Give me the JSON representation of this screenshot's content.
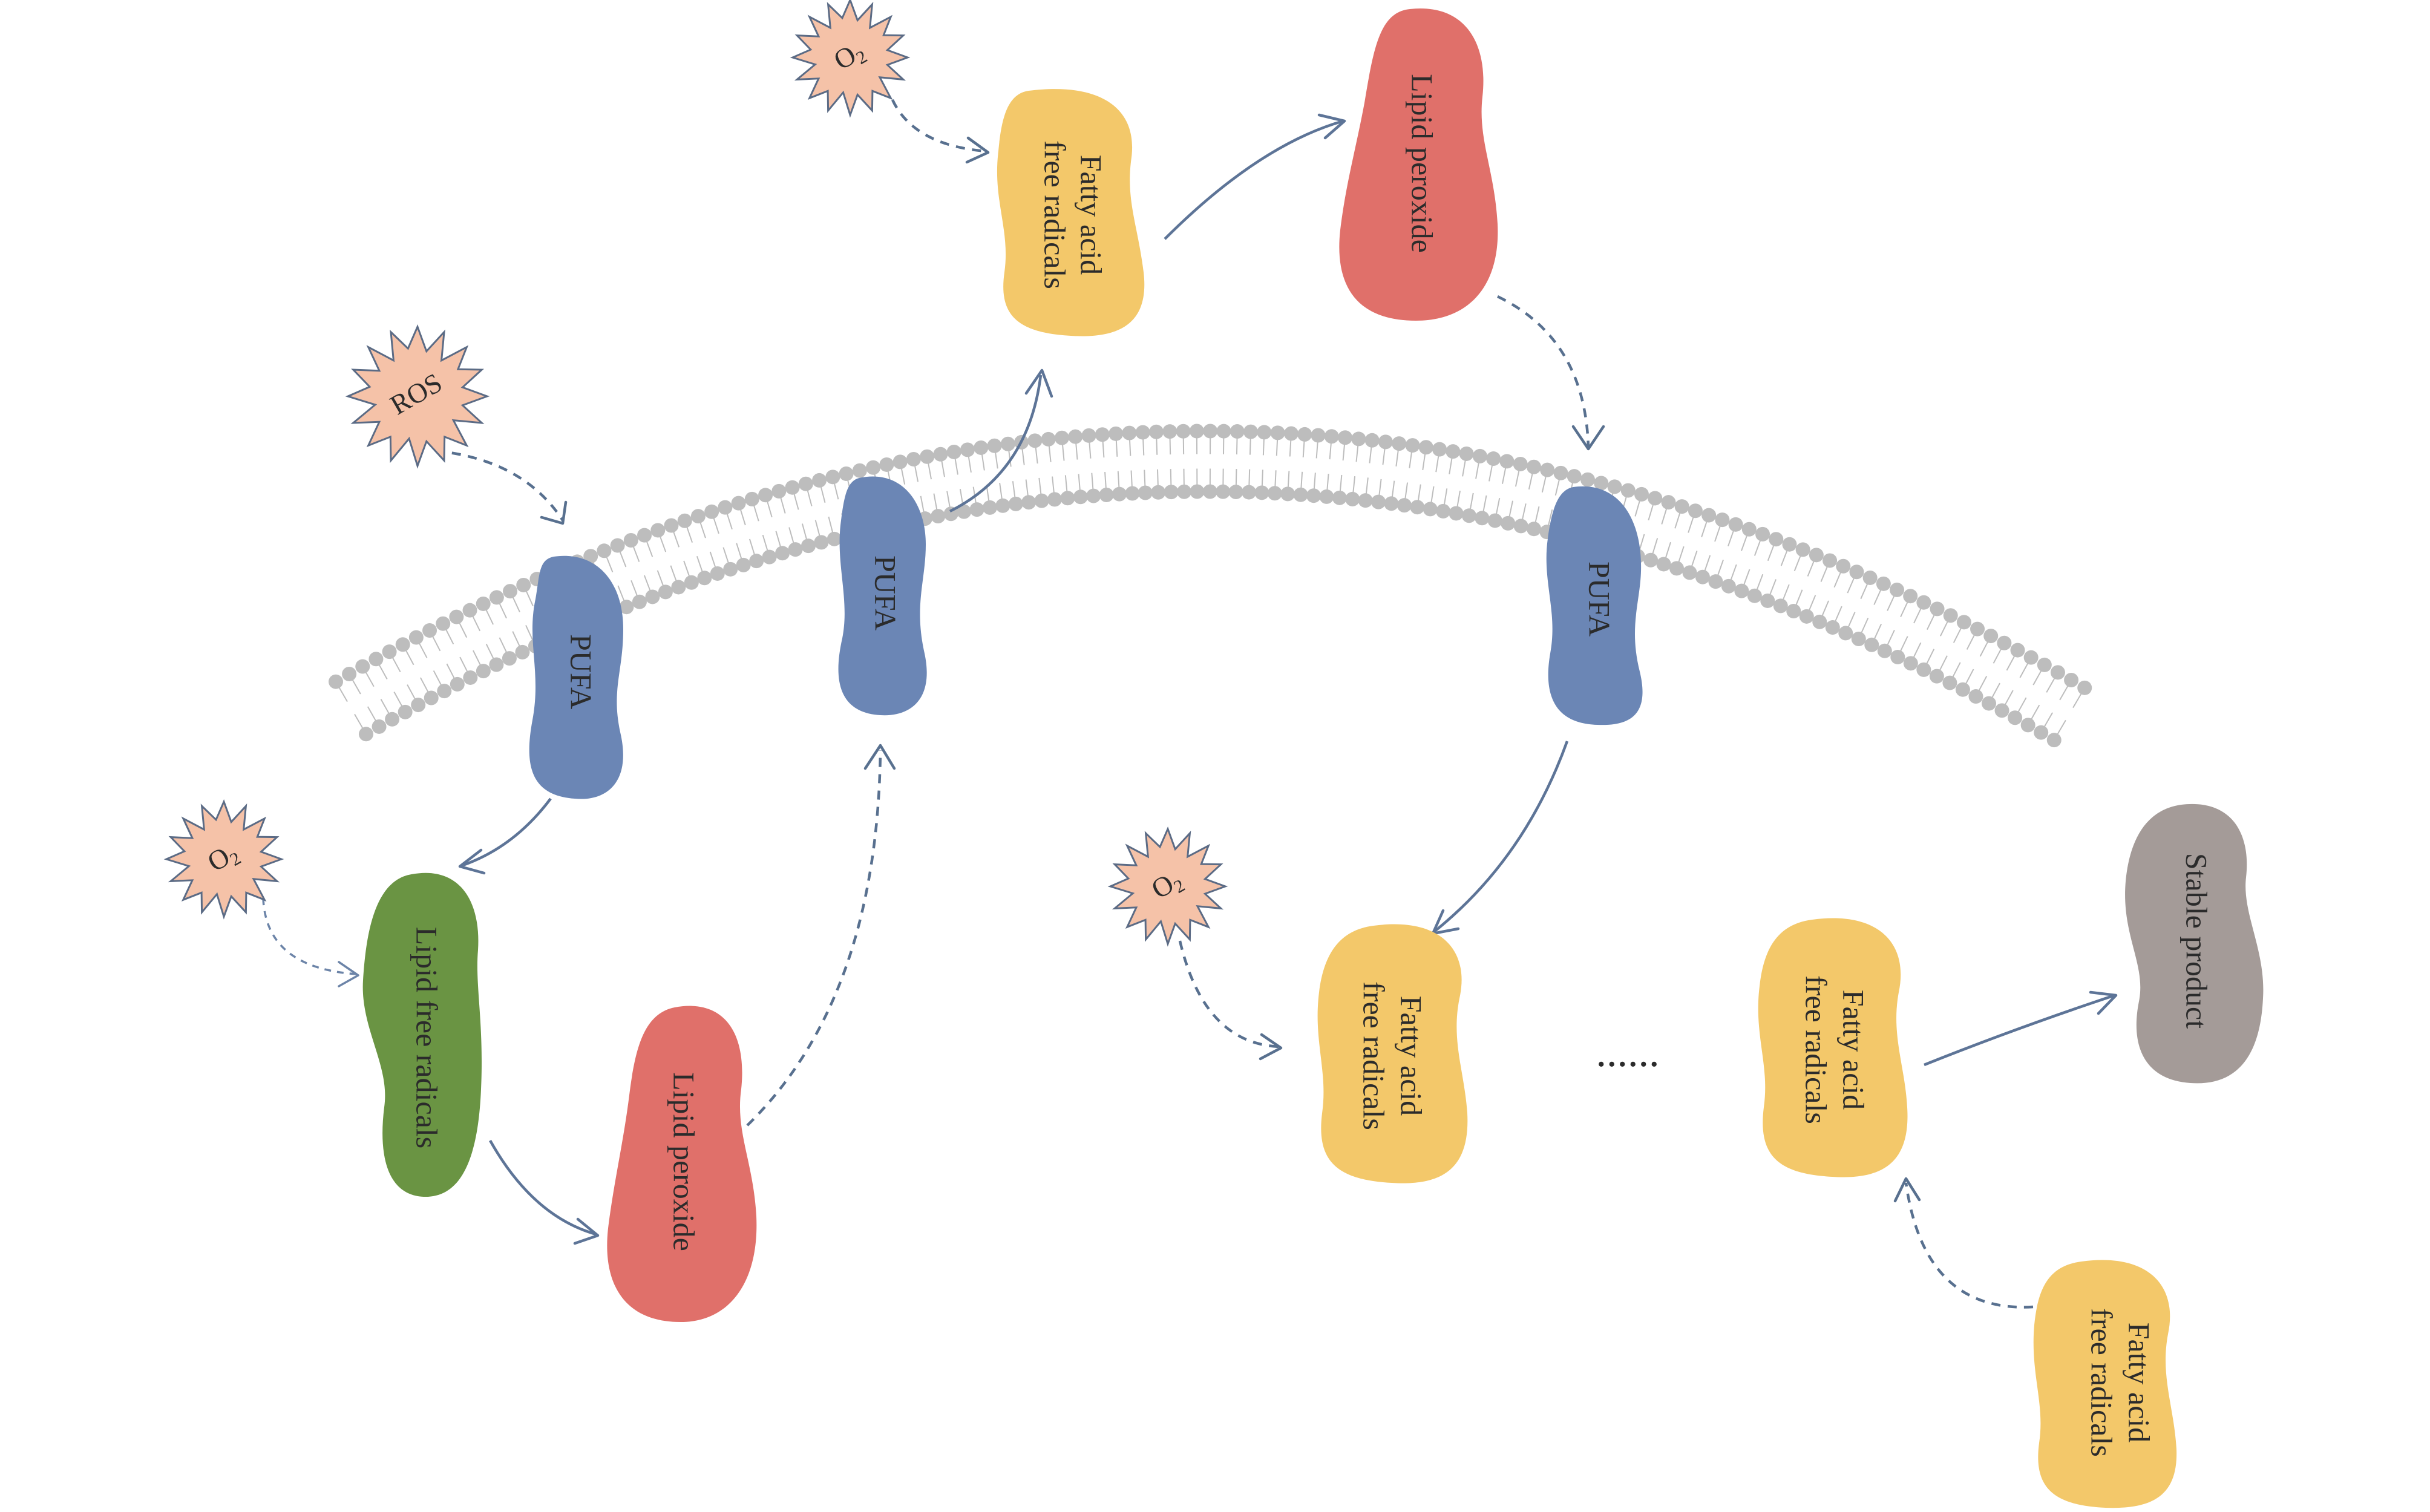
{
  "colors": {
    "pufa": "#6b86b5",
    "fatty_acid_radical": "#f3c86a",
    "lipid_peroxide": "#e0706a",
    "lipid_free_radical": "#6a9443",
    "stable_product": "#a49b98",
    "oxidant_star": "#f5c2a8",
    "membrane": "#bdbdbd",
    "arrow": "#5d7497"
  },
  "labels": {
    "pufa": "PUFA",
    "fatty_acid_1": "Fatty acid",
    "fatty_acid_2": "free radicals",
    "lipid_peroxide": "Lipid peroxide",
    "lipid_free_radicals": "Lipid free radicals",
    "stable_product": "Stable product",
    "o2": "O",
    "o2_subscript": "2",
    "ros": "ROS",
    "ellipsis": "......"
  }
}
